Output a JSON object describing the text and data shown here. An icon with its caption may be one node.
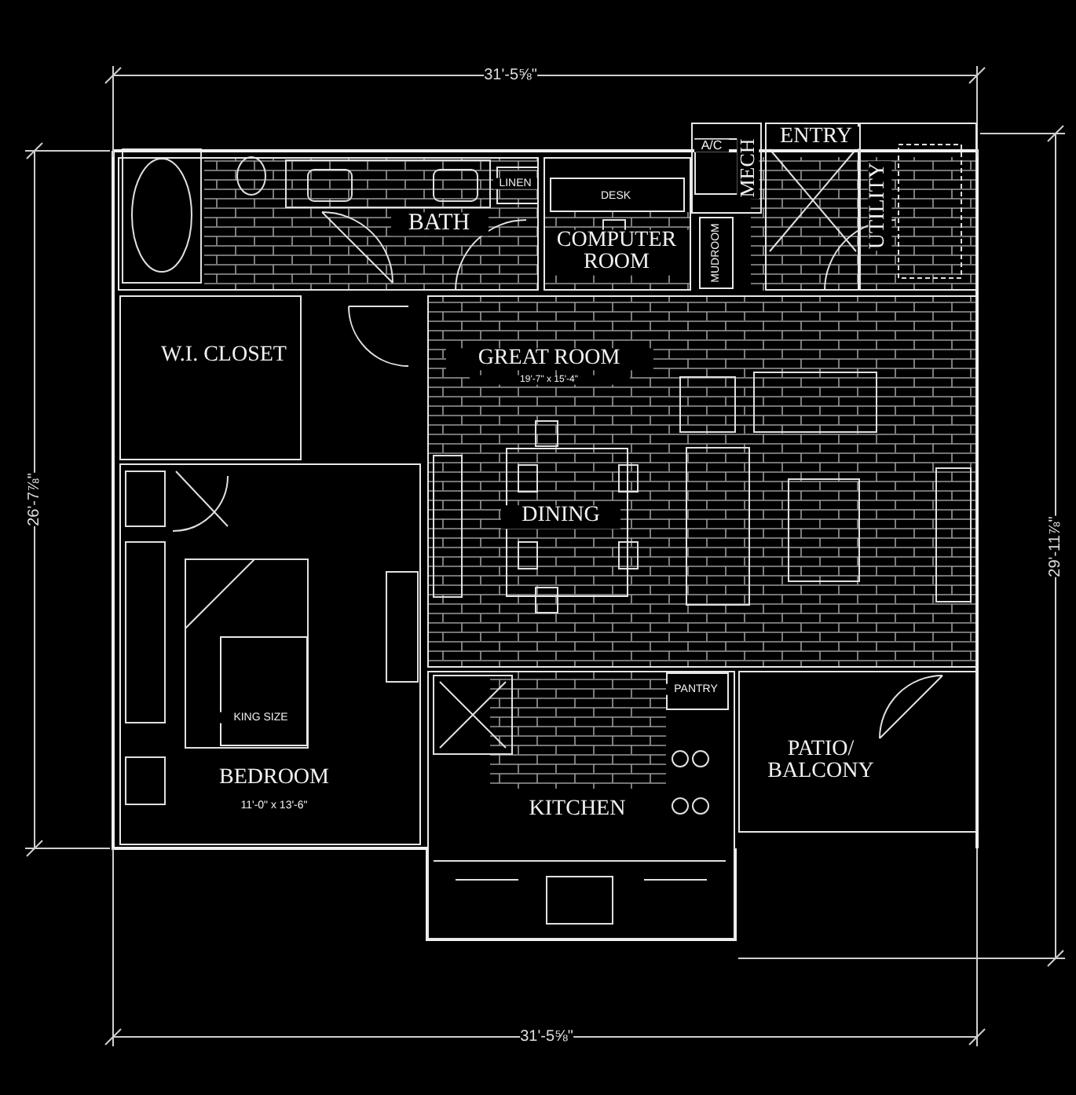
{
  "diagram": {
    "nodes": [
      {
        "text": [
          "BATH"
        ]
      },
      {
        "text": [
          "LINEN"
        ],
        "in": 0
      },
      {
        "text": [
          "COMPUTER ROOM"
        ]
      },
      {
        "text": [
          "DESK"
        ],
        "in": 2
      },
      {
        "text": [
          "MECH"
        ]
      },
      {
        "text": [
          "A/C"
        ],
        "in": 4
      },
      {
        "text": [
          "MUDROOM"
        ]
      },
      {
        "text": [
          "ENTRY"
        ]
      },
      {
        "text": [
          "UTILITY"
        ]
      },
      {
        "text": [
          "W.I. CLOSET"
        ]
      },
      {
        "text": [
          "BEDROOM",
          "11'-0\" x 13'-6\""
        ]
      },
      {
        "text": [
          "KING SIZE"
        ],
        "in": 10
      },
      {
        "text": [
          "GREAT ROOM",
          "19'-7\" x 15'-4\""
        ]
      },
      {
        "text": [
          "DINING"
        ],
        "in": 12
      },
      {
        "text": [
          "KITCHEN"
        ]
      },
      {
        "text": [
          "PANTRY"
        ],
        "in": 14
      },
      {
        "text": [
          "PATIO/ BALCONY"
        ]
      }
    ],
    "labels": [
      "31'-5⅝\"",
      "26'-7⅞\"",
      "29'-11⅞\"",
      "31'-5⅝\""
    ]
  }
}
